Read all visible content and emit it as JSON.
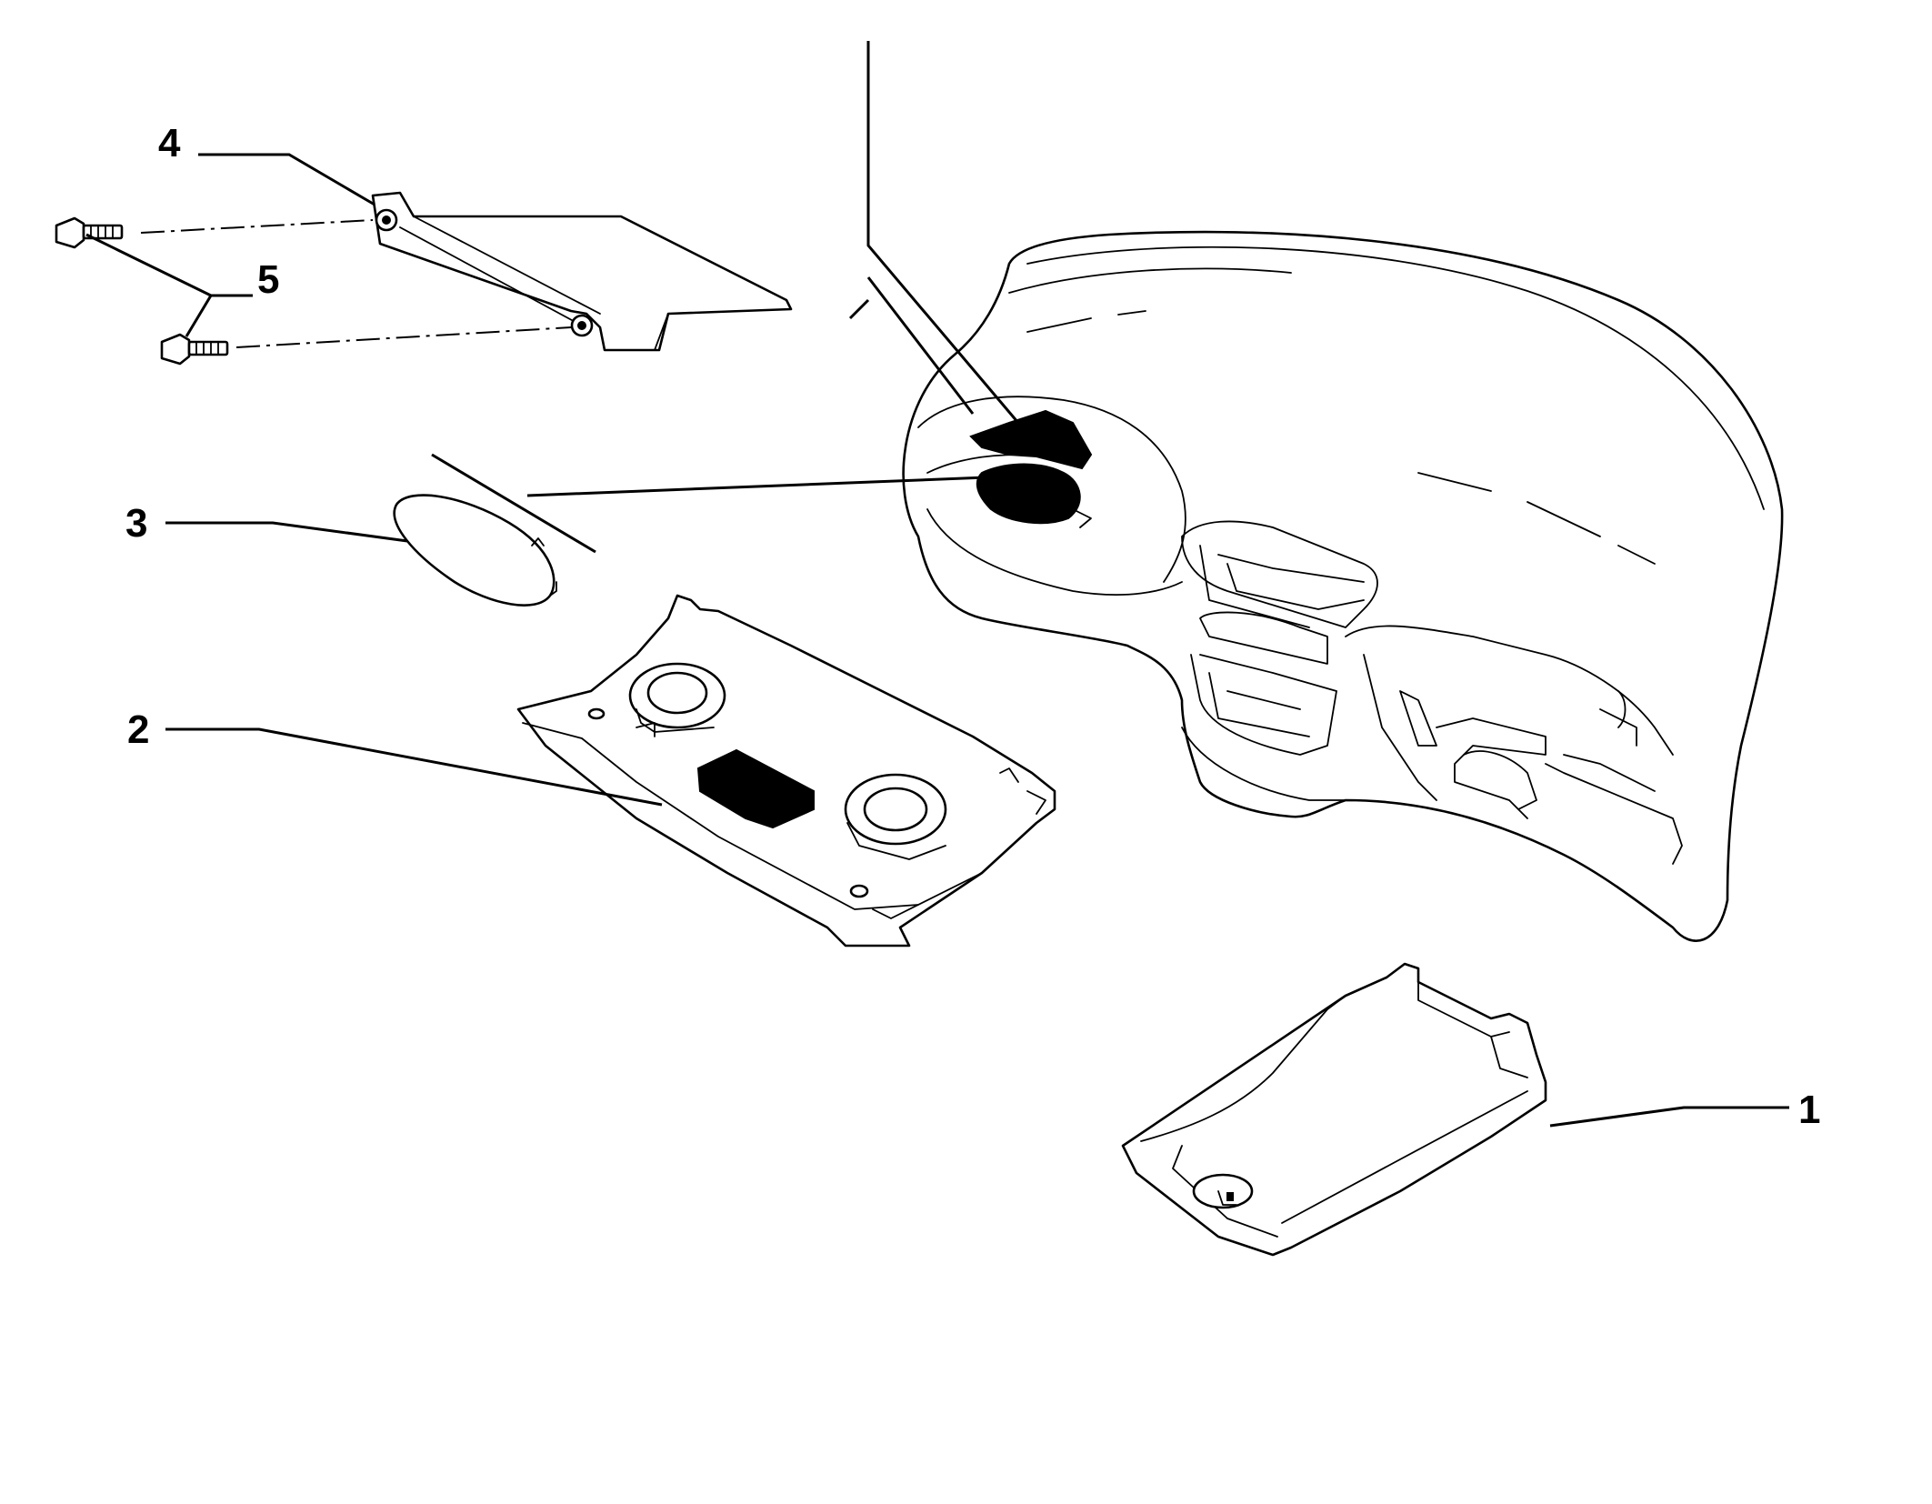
{
  "callouts": [
    {
      "id": "1",
      "label": "1"
    },
    {
      "id": "2",
      "label": "2"
    },
    {
      "id": "3",
      "label": "3"
    },
    {
      "id": "4",
      "label": "4"
    },
    {
      "id": "5",
      "label": "5"
    }
  ],
  "parts": [
    {
      "callout": "1",
      "name": "glove-box-lid-icon"
    },
    {
      "callout": "2",
      "name": "lower-dashboard-panel-icon"
    },
    {
      "callout": "3",
      "name": "oval-cover-cap-icon"
    },
    {
      "callout": "4",
      "name": "mounting-bracket-icon"
    },
    {
      "callout": "5",
      "name": "screw-icon"
    }
  ],
  "colors": {
    "line": "#000000",
    "background": "#ffffff"
  }
}
